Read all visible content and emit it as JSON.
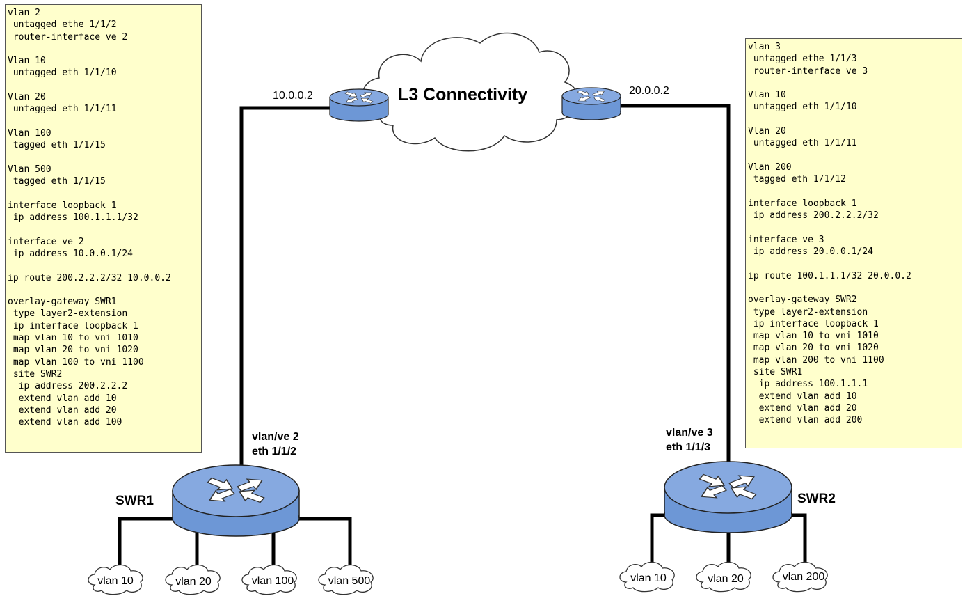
{
  "cloud": {
    "title": "L3 Connectivity"
  },
  "routers": {
    "left_ip": "10.0.0.2",
    "right_ip": "20.0.0.2"
  },
  "switches": {
    "swr1": {
      "name": "SWR1",
      "port_line1": "vlan/ve 2",
      "port_line2": "eth 1/1/2",
      "vlans": [
        "vlan 10",
        "vlan 20",
        "vlan 100",
        "vlan 500"
      ]
    },
    "swr2": {
      "name": "SWR2",
      "port_line1": "vlan/ve 3",
      "port_line2": "eth 1/1/3",
      "vlans": [
        "vlan 10",
        "vlan 20",
        "vlan 200"
      ]
    }
  },
  "config_left": [
    "vlan 2",
    " untagged ethe 1/1/2",
    " router-interface ve 2",
    "",
    "Vlan 10",
    " untagged eth 1/1/10",
    "",
    "Vlan 20",
    " untagged eth 1/1/11",
    "",
    "Vlan 100",
    " tagged eth 1/1/15",
    "",
    "Vlan 500",
    " tagged eth 1/1/15",
    "",
    "interface loopback 1",
    " ip address 100.1.1.1/32",
    "",
    "interface ve 2",
    " ip address 10.0.0.1/24",
    "",
    "ip route 200.2.2.2/32 10.0.0.2",
    "",
    "overlay-gateway SWR1",
    " type layer2-extension",
    " ip interface loopback 1",
    " map vlan 10 to vni 1010",
    " map vlan 20 to vni 1020",
    " map vlan 100 to vni 1100",
    " site SWR2",
    "  ip address 200.2.2.2",
    "  extend vlan add 10",
    "  extend vlan add 20",
    "  extend vlan add 100"
  ],
  "config_right": [
    "vlan 3",
    " untagged ethe 1/1/3",
    " router-interface ve 3",
    "",
    "Vlan 10",
    " untagged eth 1/1/10",
    "",
    "Vlan 20",
    " untagged eth 1/1/11",
    "",
    "Vlan 200",
    " tagged eth 1/1/12",
    "",
    "interface loopback 1",
    " ip address 200.2.2.2/32",
    "",
    "interface ve 3",
    " ip address 20.0.0.1/24",
    "",
    "ip route 100.1.1.1/32 20.0.0.2",
    "",
    "overlay-gateway SWR2",
    " type layer2-extension",
    " ip interface loopback 1",
    " map vlan 10 to vni 1010",
    " map vlan 20 to vni 1020",
    " map vlan 200 to vni 1100",
    " site SWR1",
    "  ip address 100.1.1.1",
    "  extend vlan add 10",
    "  extend vlan add 20",
    "  extend vlan add 200"
  ],
  "colors": {
    "device_fill": "#6d97d6",
    "config_bg": "#ffffcc",
    "link": "#000000"
  }
}
